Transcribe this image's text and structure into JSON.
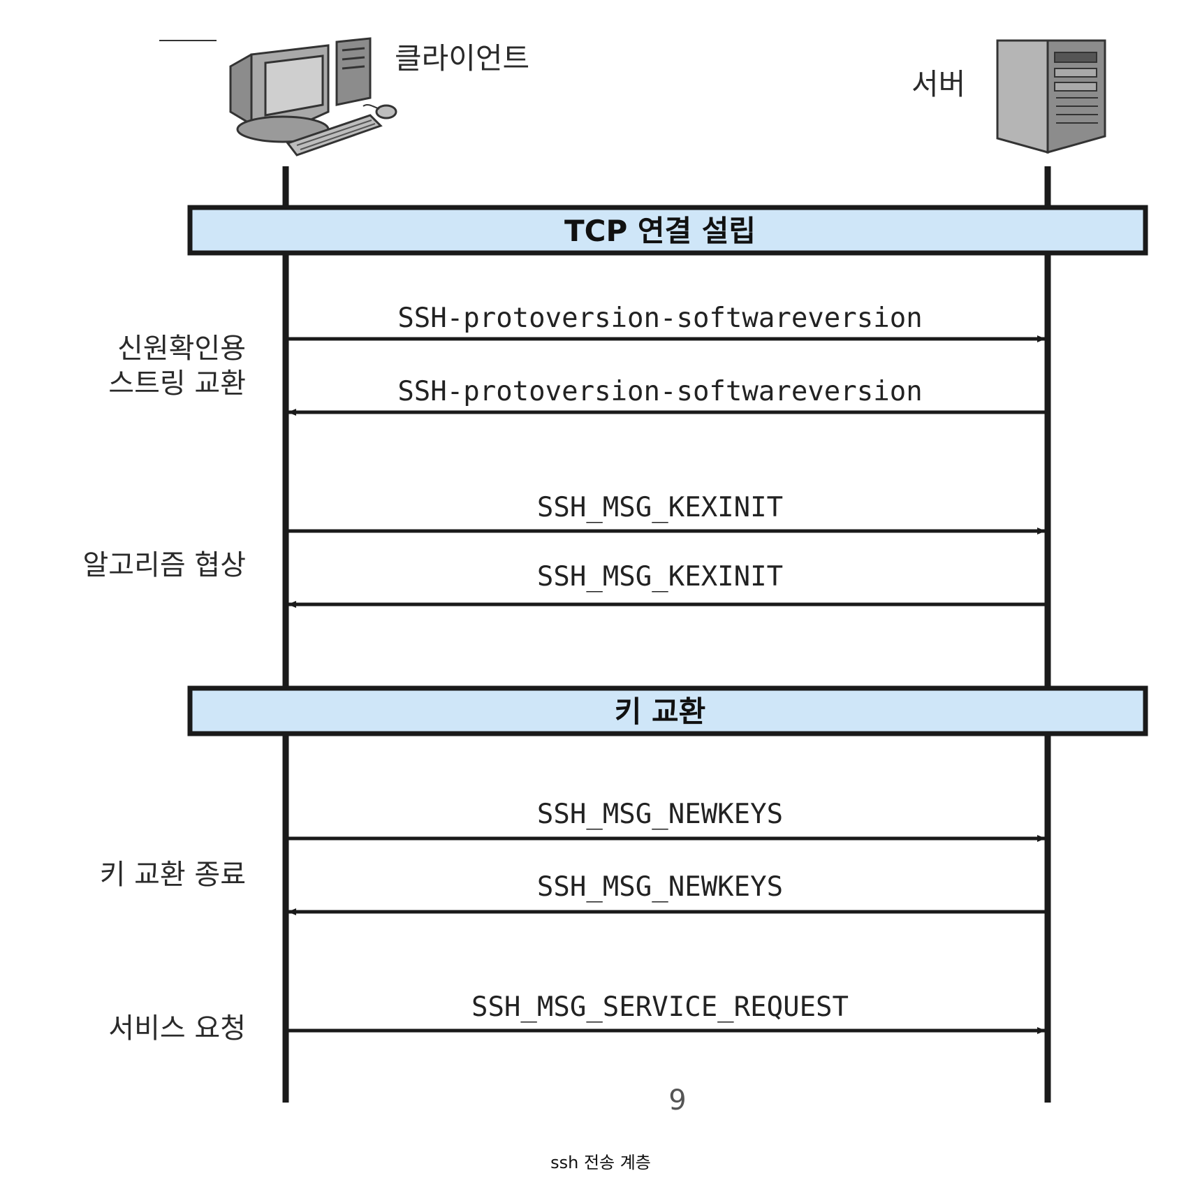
{
  "actors": {
    "client": "클라이언트",
    "server": "서버"
  },
  "phases": {
    "tcp": "TCP 연결 설립",
    "key_exchange": "키 교환"
  },
  "lanes": {
    "version_1": "신원확인용",
    "version_2": "스트링 교환",
    "algorithm": "알고리즘 협상",
    "newkeys": "키 교환 종료",
    "service": "서비스 요청"
  },
  "messages": [
    {
      "label": "SSH-protoversion-softwareversion",
      "direction": "client-to-server"
    },
    {
      "label": "SSH-protoversion-softwareversion",
      "direction": "server-to-client"
    },
    {
      "label": "SSH_MSG_KEXINIT",
      "direction": "client-to-server"
    },
    {
      "label": "SSH_MSG_KEXINIT",
      "direction": "server-to-client"
    },
    {
      "label": "SSH_MSG_NEWKEYS",
      "direction": "client-to-server"
    },
    {
      "label": "SSH_MSG_NEWKEYS",
      "direction": "server-to-client"
    },
    {
      "label": "SSH_MSG_SERVICE_REQUEST",
      "direction": "client-to-server"
    }
  ],
  "page_number": "9",
  "caption": "ssh 전송 계층",
  "colors": {
    "phase_fill": "#cfe6f8",
    "line": "#1a1a1a",
    "computer": "#9a9a9a",
    "computer_dark": "#555555"
  },
  "icons": {
    "client": "desktop-computer-icon",
    "server": "server-tower-icon"
  }
}
